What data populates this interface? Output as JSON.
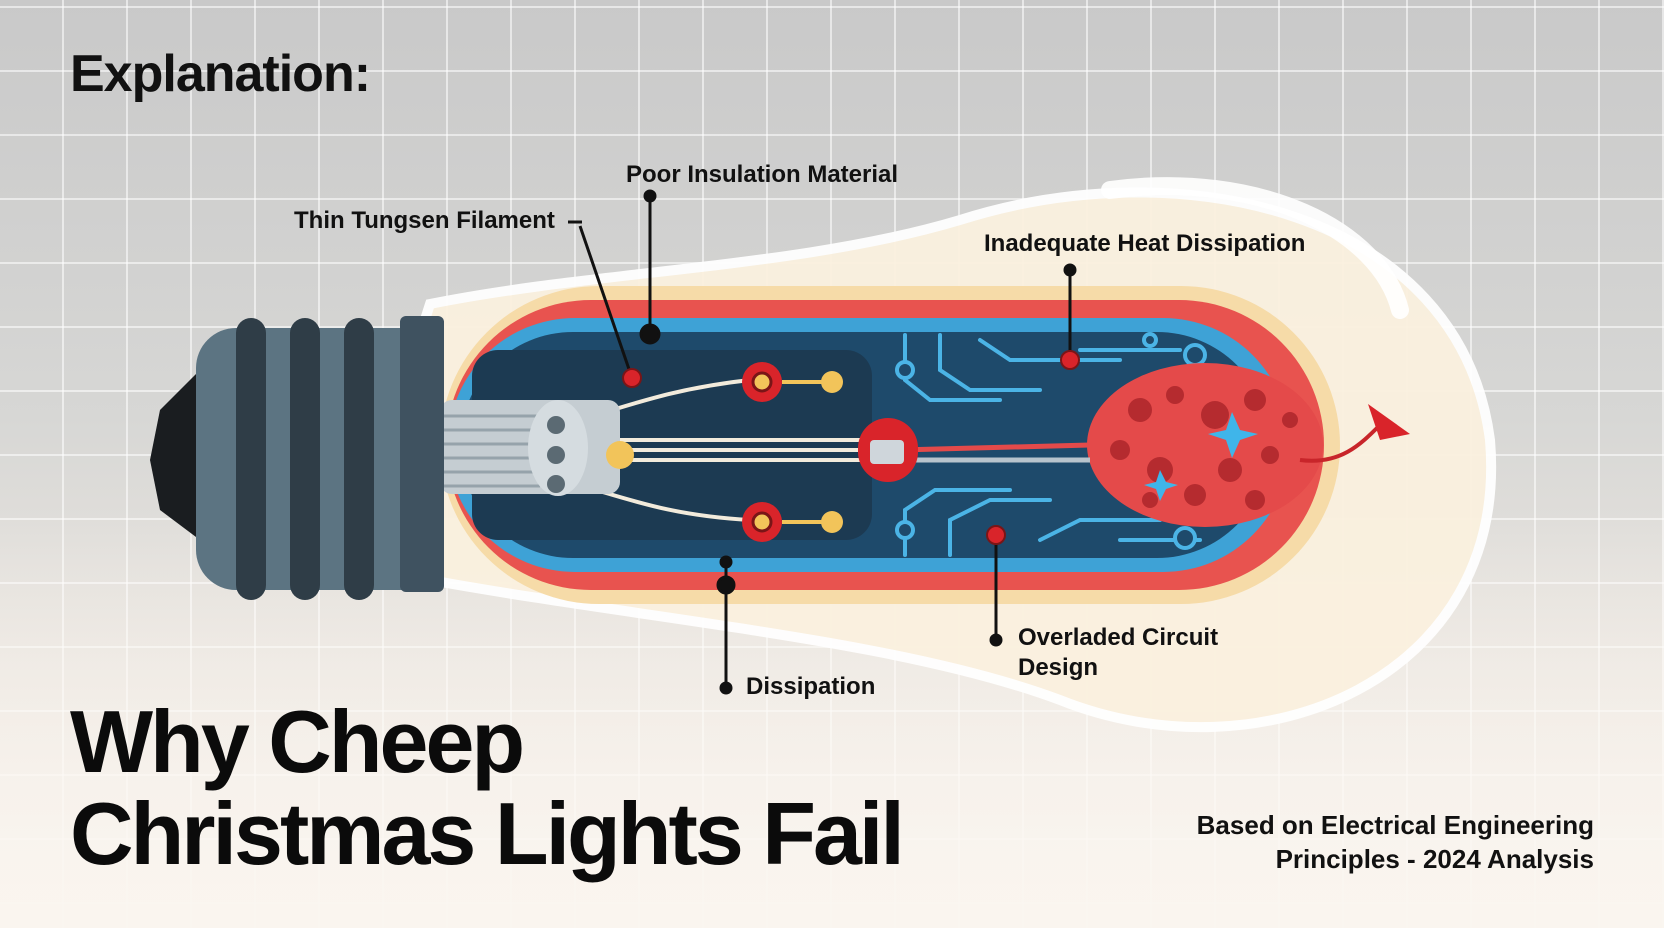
{
  "heading": "Explanation:",
  "title": {
    "line1": "Why Cheep",
    "line2": "Christmas Lights Fail"
  },
  "credit": {
    "line1": "Based on Electrical Engineering",
    "line2": "Principles - 2024 Analysis"
  },
  "callouts": {
    "filament": "Thin Tungsen Filament",
    "insulation": "Poor Insulation Material",
    "heat": "Inadequate Heat Dissipation",
    "dissipation": "Dissipation",
    "circuit_line1": "Overladed Circuit",
    "circuit_line2": "Design"
  },
  "colors": {
    "base_dark": "#2f3d47",
    "base_ring": "#5c7482",
    "glass": "#fbf0dd",
    "insulation_red": "#e8534f",
    "channel_blue": "#3ea2d6",
    "core_navy": "#1e4665",
    "hotspot_red": "#e44a4a",
    "wire_yellow": "#f2c45a"
  }
}
